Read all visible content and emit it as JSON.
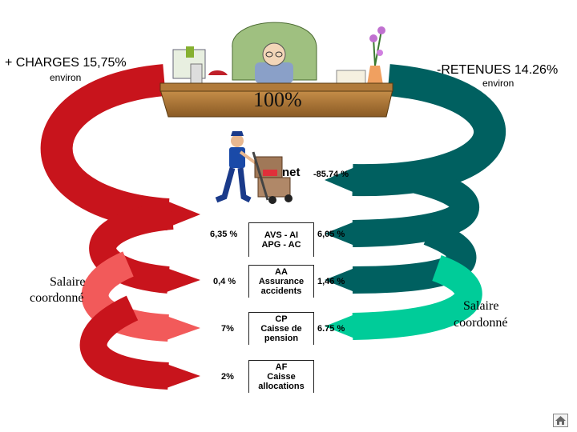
{
  "charges": {
    "title": "+ CHARGES 15,75%",
    "note": "environ"
  },
  "retenues": {
    "title": "-RETENUES 14.26%",
    "note": "environ"
  },
  "desk_total": "100%",
  "net": {
    "label": "net",
    "value": "-85.74 %"
  },
  "salaire_left": [
    "Salaire",
    "coordonné"
  ],
  "salaire_right": [
    "Salaire",
    "coordonné"
  ],
  "rows": [
    {
      "employer_pct": "6,35 %",
      "lines": [
        "AVS - AI",
        "APG - AC"
      ],
      "employee_pct": "6,05 %"
    },
    {
      "employer_pct": "0,4 %",
      "lines": [
        "AA",
        "Assurance",
        "accidents"
      ],
      "employee_pct": "1,46 %"
    },
    {
      "employer_pct": "7%",
      "lines": [
        "CP",
        "Caisse de",
        "pension"
      ],
      "employee_pct": "6.75 %"
    },
    {
      "employer_pct": "2%",
      "lines": [
        "AF",
        "Caisse",
        "allocations"
      ],
      "employee_pct": ""
    }
  ],
  "colors": {
    "charges_red": "#c8141c",
    "light_red": "#f25a5a",
    "retenues_teal": "#006060",
    "light_teal": "#00cc99"
  },
  "icons": [
    "office-clerk-illustration",
    "delivery-worker-illustration",
    "home-icon"
  ]
}
